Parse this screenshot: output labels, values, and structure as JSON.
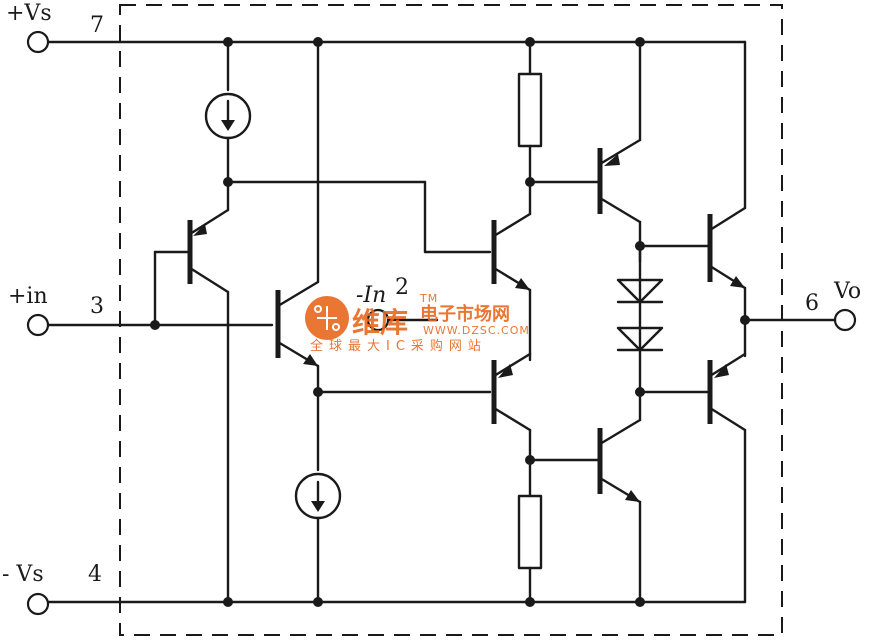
{
  "pins": {
    "vs_pos": {
      "label": "+Vs",
      "number": "7"
    },
    "in_pos": {
      "label": "+in",
      "number": "3"
    },
    "in_neg": {
      "label": "-In",
      "number": "2"
    },
    "vs_neg": {
      "label": "- Vs",
      "number": "4"
    },
    "vout": {
      "label": "Vo",
      "number": "6"
    }
  },
  "watermark": {
    "brand": "维库",
    "tagline": "电子市场网",
    "tm": "TM",
    "url": "WWW.DZSC.COM",
    "slogan": "全球最大IC采购网站",
    "color": "#e8681e"
  },
  "icons": {
    "current_source": "current-source-icon",
    "transistor": "npn-pnp-transistor-icon",
    "resistor": "resistor-icon",
    "diode": "diode-icon",
    "terminal": "terminal-icon"
  }
}
